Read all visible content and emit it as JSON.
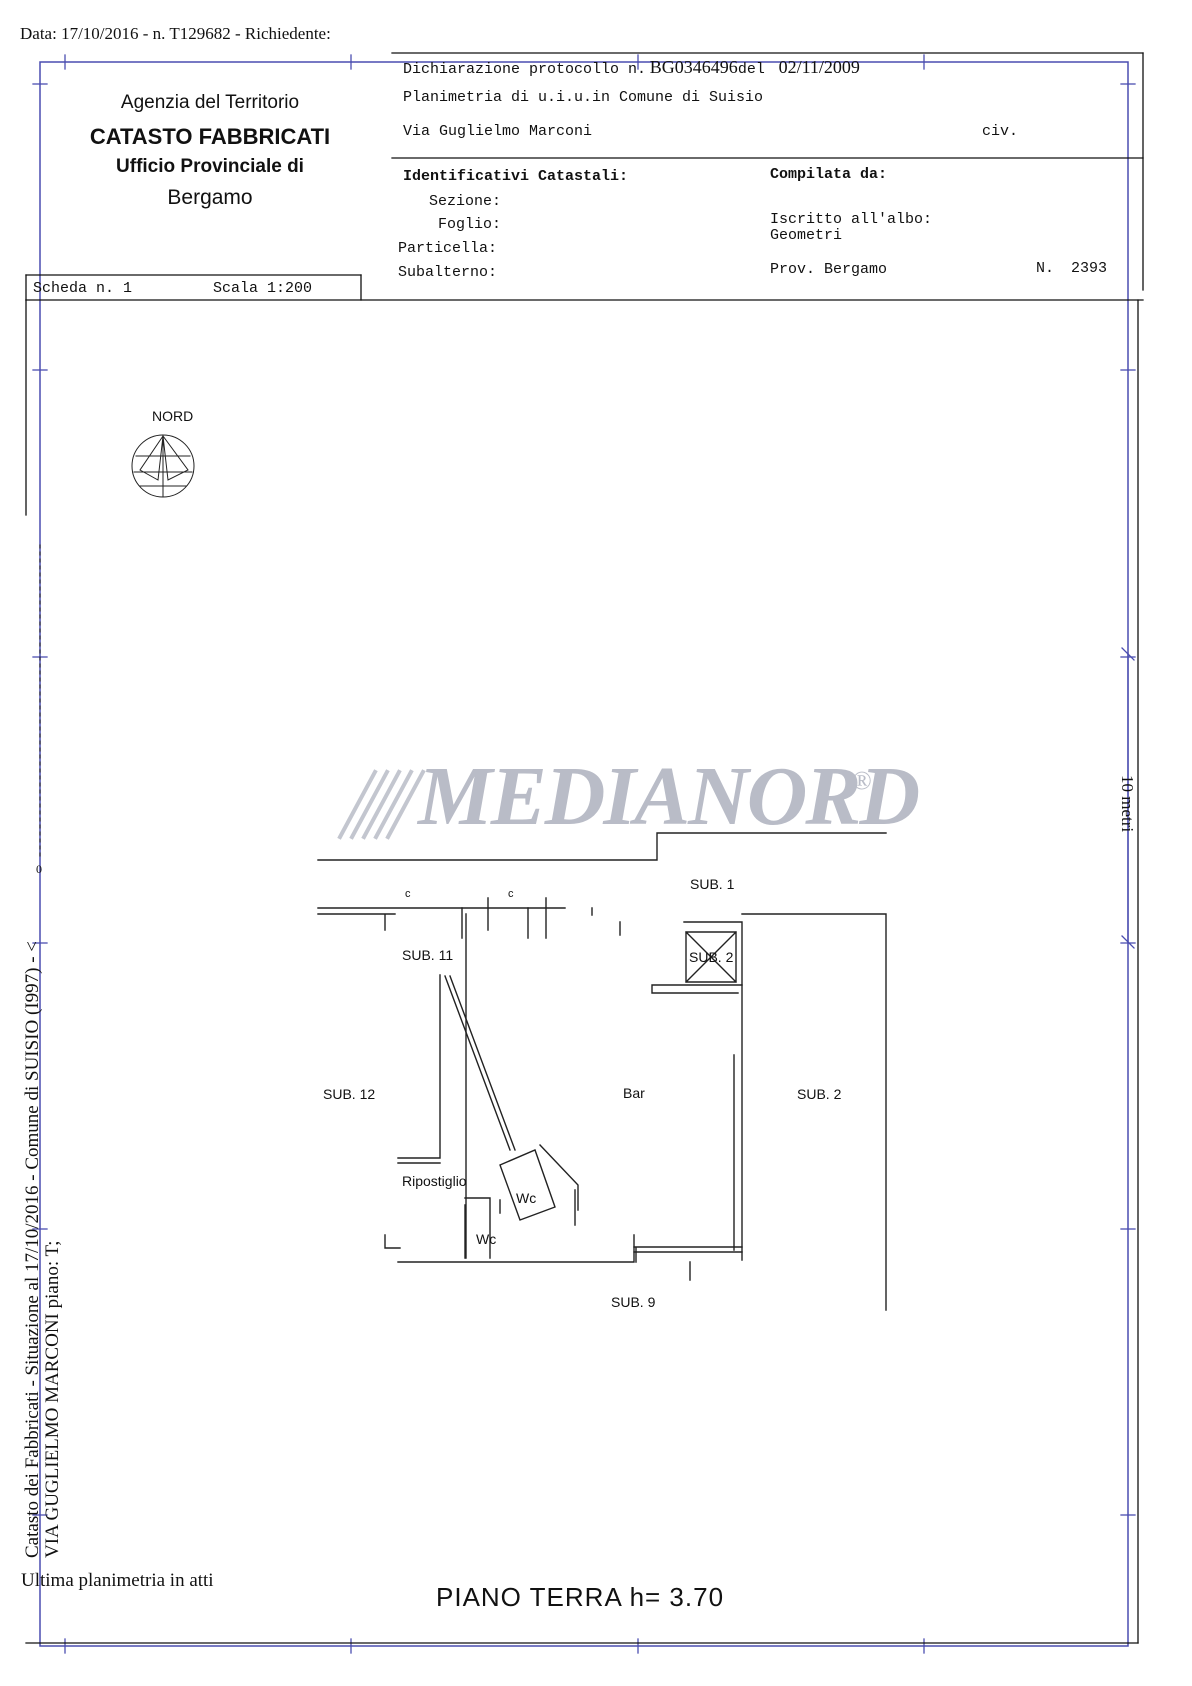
{
  "top_line": "Data: 17/10/2016 - n. T129682 - Richiedente:",
  "agency": {
    "line1": "Agenzia del Territorio",
    "line2": "CATASTO FABBRICATI",
    "line3": "Ufficio Provinciale di",
    "line4": "Bergamo"
  },
  "declaration": {
    "prefix": "Dichiarazione protocollo n.",
    "number": "BG0346496",
    "del_label": "del",
    "date": "02/11/2009",
    "planimetria": "Planimetria di u.i.u.in Comune di Suisio",
    "address": "Via Guglielmo Marconi",
    "civ_label": "civ."
  },
  "identificativi": {
    "title": "Identificativi Catastali:",
    "sezione": "Sezione:",
    "foglio": "Foglio:",
    "particella": "Particella:",
    "subalterno": "Subalterno:"
  },
  "compilata": {
    "title": "Compilata da:",
    "iscritto": "Iscritto all'albo:",
    "profession": "Geometri",
    "prov": "Prov. Bergamo",
    "n_label": "N.",
    "n_value": "2393"
  },
  "scheda": {
    "label": "Scheda n. 1",
    "scale": "Scala 1:200"
  },
  "nord": "NORD",
  "watermark": {
    "text": "MEDIANORD",
    "reg": "®"
  },
  "scale_bar_label": "10 metri",
  "plan_labels": {
    "sub1": "SUB. 1",
    "sub11": "SUB. 11",
    "sub2_shaft": "SUB. 2",
    "sub12": "SUB. 12",
    "bar": "Bar",
    "sub2": "SUB. 2",
    "ripostiglio": "Ripostiglio",
    "wc1": "Wc",
    "wc2": "Wc",
    "sub9": "SUB. 9",
    "c1": "c",
    "c2": "c"
  },
  "vertical_text": {
    "line1": "Catasto dei Fabbricati - Situazione al 17/10/2016 - Comune di SUISIO (I997) - <",
    "line2": "VIA GUGLIELMO MARCONI piano: T;"
  },
  "side_marker": "0",
  "bottom_left": "Ultima planimetria in atti",
  "floor_title": "PIANO TERRA  h= 3.70"
}
